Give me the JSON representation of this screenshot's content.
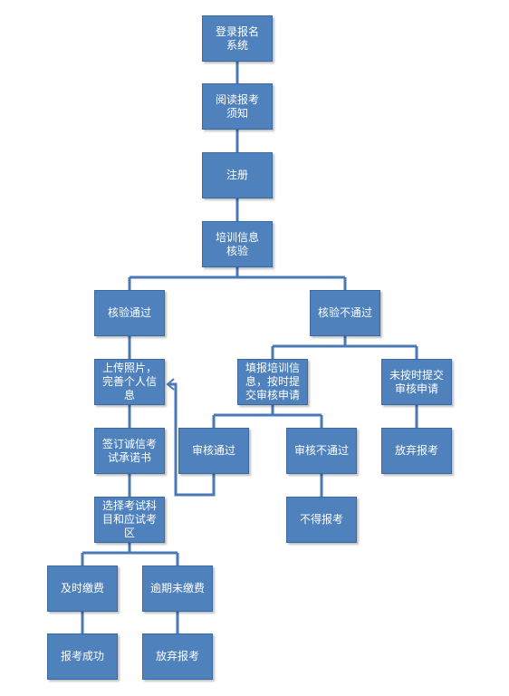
{
  "nodes": {
    "login": "登录报名\n系统",
    "read_notice": "阅读报考\n须知",
    "register": "注册",
    "training_check": "培训信息\n核验",
    "verify_pass": "核验通过",
    "verify_fail": "核验不通过",
    "upload_photo": "上传照片，\n完善个人信\n息",
    "fill_training": "填报培训信\n息，按时提\n交审核申请",
    "not_submitted": "未按时提交\n审核申请",
    "review_pass": "审核通过",
    "review_fail": "审核不通过",
    "give_up_1": "放弃报考",
    "sign_pledge": "签订诚信考\n试承诺书",
    "cannot_register": "不得报考",
    "select_subject": "选择考试科\n目和应试考\n区",
    "pay_on_time": "及时缴费",
    "overdue": "逾期未缴费",
    "success": "报考成功",
    "give_up_2": "放弃报考"
  },
  "colors": {
    "node_fill": "#4f81bd",
    "node_border": "#3a6aa3",
    "connector": "#4a7ab5",
    "node_text": "#ffffff"
  }
}
